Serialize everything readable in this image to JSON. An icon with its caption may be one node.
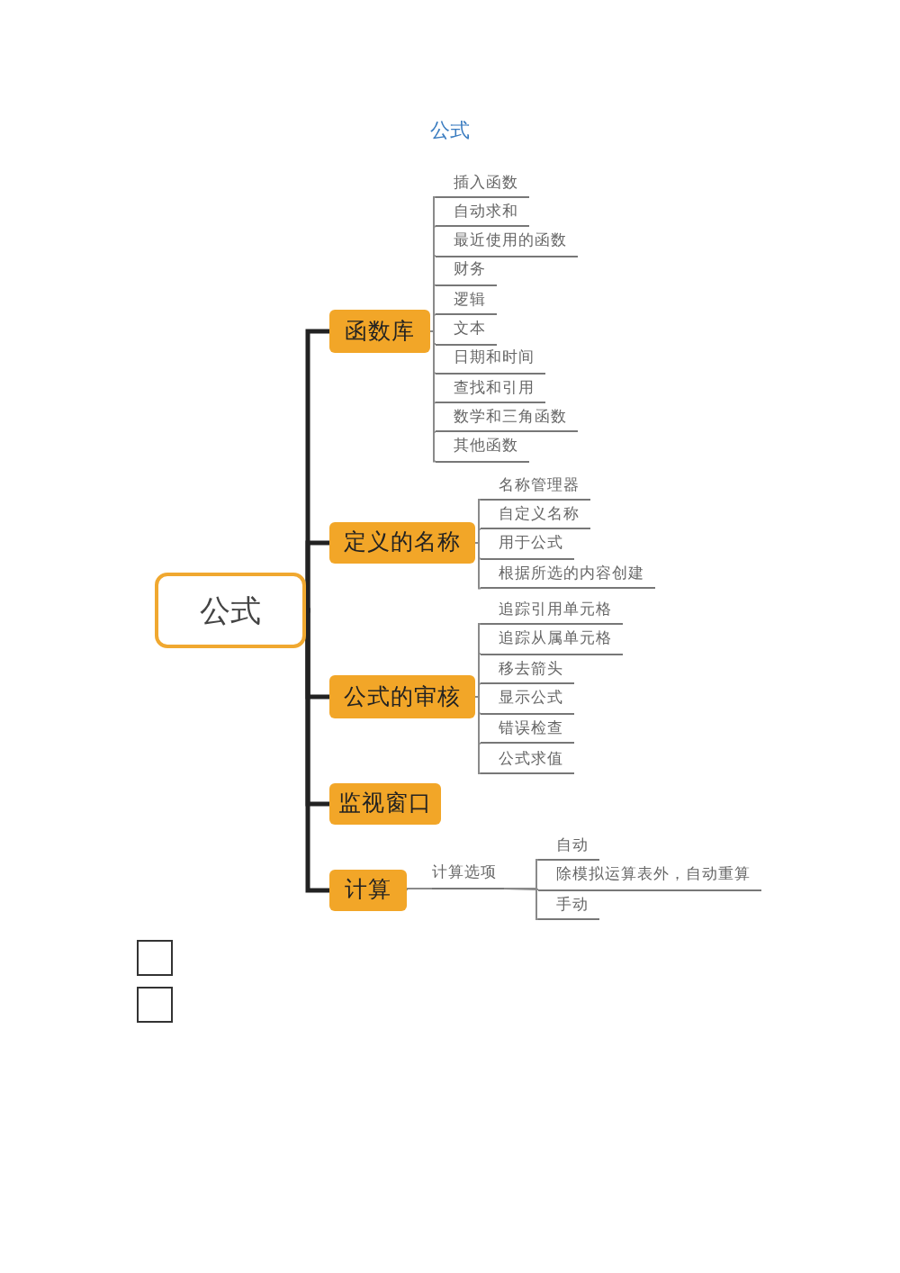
{
  "diagram": {
    "title": "公式",
    "nodes": [
      {
        "text": [
          "公式"
        ]
      },
      {
        "text": [
          "函数库"
        ]
      },
      {
        "text": [
          "插入函数"
        ]
      },
      {
        "text": [
          "自动求和"
        ]
      },
      {
        "text": [
          "最近使用的函数"
        ]
      },
      {
        "text": [
          "财务"
        ]
      },
      {
        "text": [
          "逻辑"
        ]
      },
      {
        "text": [
          "文本"
        ]
      },
      {
        "text": [
          "日期和时间"
        ]
      },
      {
        "text": [
          "查找和引用"
        ]
      },
      {
        "text": [
          "数学和三角函数"
        ]
      },
      {
        "text": [
          "其他函数"
        ]
      },
      {
        "text": [
          "定义的名称"
        ]
      },
      {
        "text": [
          "名称管理器"
        ]
      },
      {
        "text": [
          "自定义名称"
        ]
      },
      {
        "text": [
          "用于公式"
        ]
      },
      {
        "text": [
          "根据所选的内容创建"
        ]
      },
      {
        "text": [
          "公式的审核"
        ]
      },
      {
        "text": [
          "追踪引用单元格"
        ]
      },
      {
        "text": [
          "追踪从属单元格"
        ]
      },
      {
        "text": [
          "移去箭头"
        ]
      },
      {
        "text": [
          "显示公式"
        ]
      },
      {
        "text": [
          "错误检查"
        ]
      },
      {
        "text": [
          "公式求值"
        ]
      },
      {
        "text": [
          "监视窗口"
        ]
      },
      {
        "text": [
          "计算"
        ]
      },
      {
        "text": [
          "计算选项"
        ]
      },
      {
        "text": [
          "自动"
        ]
      },
      {
        "text": [
          "除模拟运算表外，自动重算"
        ]
      },
      {
        "text": [
          "手动"
        ]
      },
      {
        "text": [],
        "shape": "box"
      },
      {
        "text": [],
        "shape": "box"
      }
    ],
    "edges": [
      {
        "from": 0,
        "to": 1,
        "arrow": "none",
        "style": "thick",
        "color": "#222222"
      },
      {
        "from": 0,
        "to": 12,
        "arrow": "none",
        "style": "thick",
        "color": "#222222"
      },
      {
        "from": 0,
        "to": 17,
        "arrow": "none",
        "style": "thick",
        "color": "#222222"
      },
      {
        "from": 0,
        "to": 24,
        "arrow": "none",
        "style": "thick",
        "color": "#222222"
      },
      {
        "from": 0,
        "to": 25,
        "arrow": "none",
        "style": "thick",
        "color": "#222222"
      },
      {
        "from": 1,
        "to": 2,
        "arrow": "none"
      },
      {
        "from": 1,
        "to": 3,
        "arrow": "none"
      },
      {
        "from": 1,
        "to": 4,
        "arrow": "none"
      },
      {
        "from": 1,
        "to": 5,
        "arrow": "none"
      },
      {
        "from": 1,
        "to": 6,
        "arrow": "none"
      },
      {
        "from": 1,
        "to": 7,
        "arrow": "none"
      },
      {
        "from": 1,
        "to": 8,
        "arrow": "none"
      },
      {
        "from": 1,
        "to": 9,
        "arrow": "none"
      },
      {
        "from": 1,
        "to": 10,
        "arrow": "none"
      },
      {
        "from": 1,
        "to": 11,
        "arrow": "none"
      },
      {
        "from": 12,
        "to": 13,
        "arrow": "none"
      },
      {
        "from": 12,
        "to": 14,
        "arrow": "none"
      },
      {
        "from": 12,
        "to": 15,
        "arrow": "none"
      },
      {
        "from": 12,
        "to": 16,
        "arrow": "none"
      },
      {
        "from": 17,
        "to": 18,
        "arrow": "none"
      },
      {
        "from": 17,
        "to": 19,
        "arrow": "none"
      },
      {
        "from": 17,
        "to": 20,
        "arrow": "none"
      },
      {
        "from": 17,
        "to": 21,
        "arrow": "none"
      },
      {
        "from": 17,
        "to": 22,
        "arrow": "none"
      },
      {
        "from": 17,
        "to": 23,
        "arrow": "none"
      },
      {
        "from": 25,
        "to": 26,
        "arrow": "none"
      },
      {
        "from": 26,
        "to": 27,
        "arrow": "none"
      },
      {
        "from": 26,
        "to": 28,
        "arrow": "none"
      },
      {
        "from": 26,
        "to": 29,
        "arrow": "none"
      }
    ]
  }
}
